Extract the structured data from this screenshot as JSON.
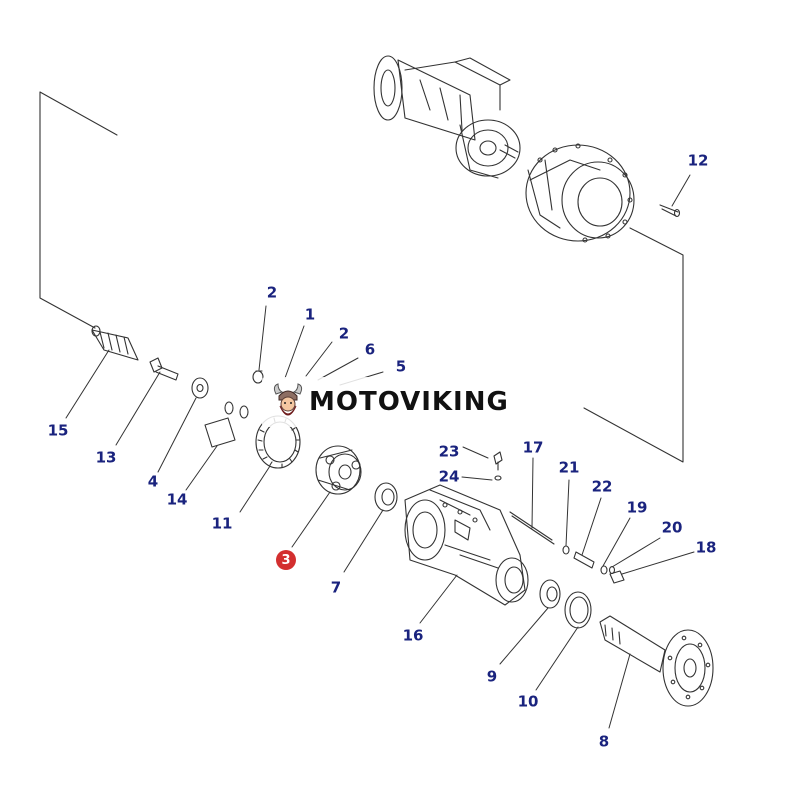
{
  "watermark": {
    "text": "MOTOVIKING"
  },
  "colors": {
    "label": "#1a237e",
    "highlight": "#d32f2f",
    "line": "#333333"
  },
  "callouts": [
    {
      "id": "c12",
      "text": "12"
    },
    {
      "id": "c2a",
      "text": "2"
    },
    {
      "id": "c1",
      "text": "1"
    },
    {
      "id": "c2b",
      "text": "2"
    },
    {
      "id": "c6",
      "text": "6"
    },
    {
      "id": "c5",
      "text": "5"
    },
    {
      "id": "c15",
      "text": "15"
    },
    {
      "id": "c13",
      "text": "13"
    },
    {
      "id": "c4",
      "text": "4"
    },
    {
      "id": "c14",
      "text": "14"
    },
    {
      "id": "c11",
      "text": "11"
    },
    {
      "id": "c3",
      "text": "3",
      "highlight": true
    },
    {
      "id": "c7",
      "text": "7"
    },
    {
      "id": "c23",
      "text": "23"
    },
    {
      "id": "c17",
      "text": "17"
    },
    {
      "id": "c24",
      "text": "24"
    },
    {
      "id": "c21",
      "text": "21"
    },
    {
      "id": "c22",
      "text": "22"
    },
    {
      "id": "c19",
      "text": "19"
    },
    {
      "id": "c20",
      "text": "20"
    },
    {
      "id": "c18",
      "text": "18"
    },
    {
      "id": "c16",
      "text": "16"
    },
    {
      "id": "c9",
      "text": "9"
    },
    {
      "id": "c10",
      "text": "10"
    },
    {
      "id": "c8",
      "text": "8"
    }
  ]
}
